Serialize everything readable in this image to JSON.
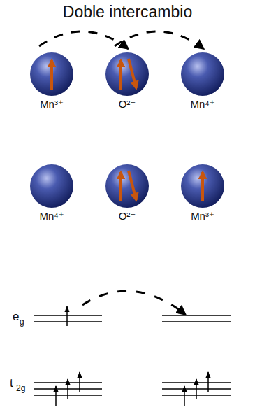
{
  "diagram": {
    "title": "Doble intercambio",
    "nodes": [
      {
        "text": [
          "Mn³⁺"
        ]
      },
      {
        "text": [
          "O²⁻"
        ]
      },
      {
        "text": [
          "Mn⁴⁺"
        ]
      },
      {
        "text": [
          "Mn⁴⁺"
        ]
      },
      {
        "text": [
          "O²⁻"
        ]
      },
      {
        "text": [
          "Mn³⁺"
        ]
      }
    ],
    "edges": [
      {
        "from": 0,
        "to": 1,
        "arrow": "to"
      },
      {
        "from": 1,
        "to": 2,
        "arrow": "to"
      }
    ],
    "labels": [
      "e",
      "g",
      "t",
      "2g"
    ]
  }
}
